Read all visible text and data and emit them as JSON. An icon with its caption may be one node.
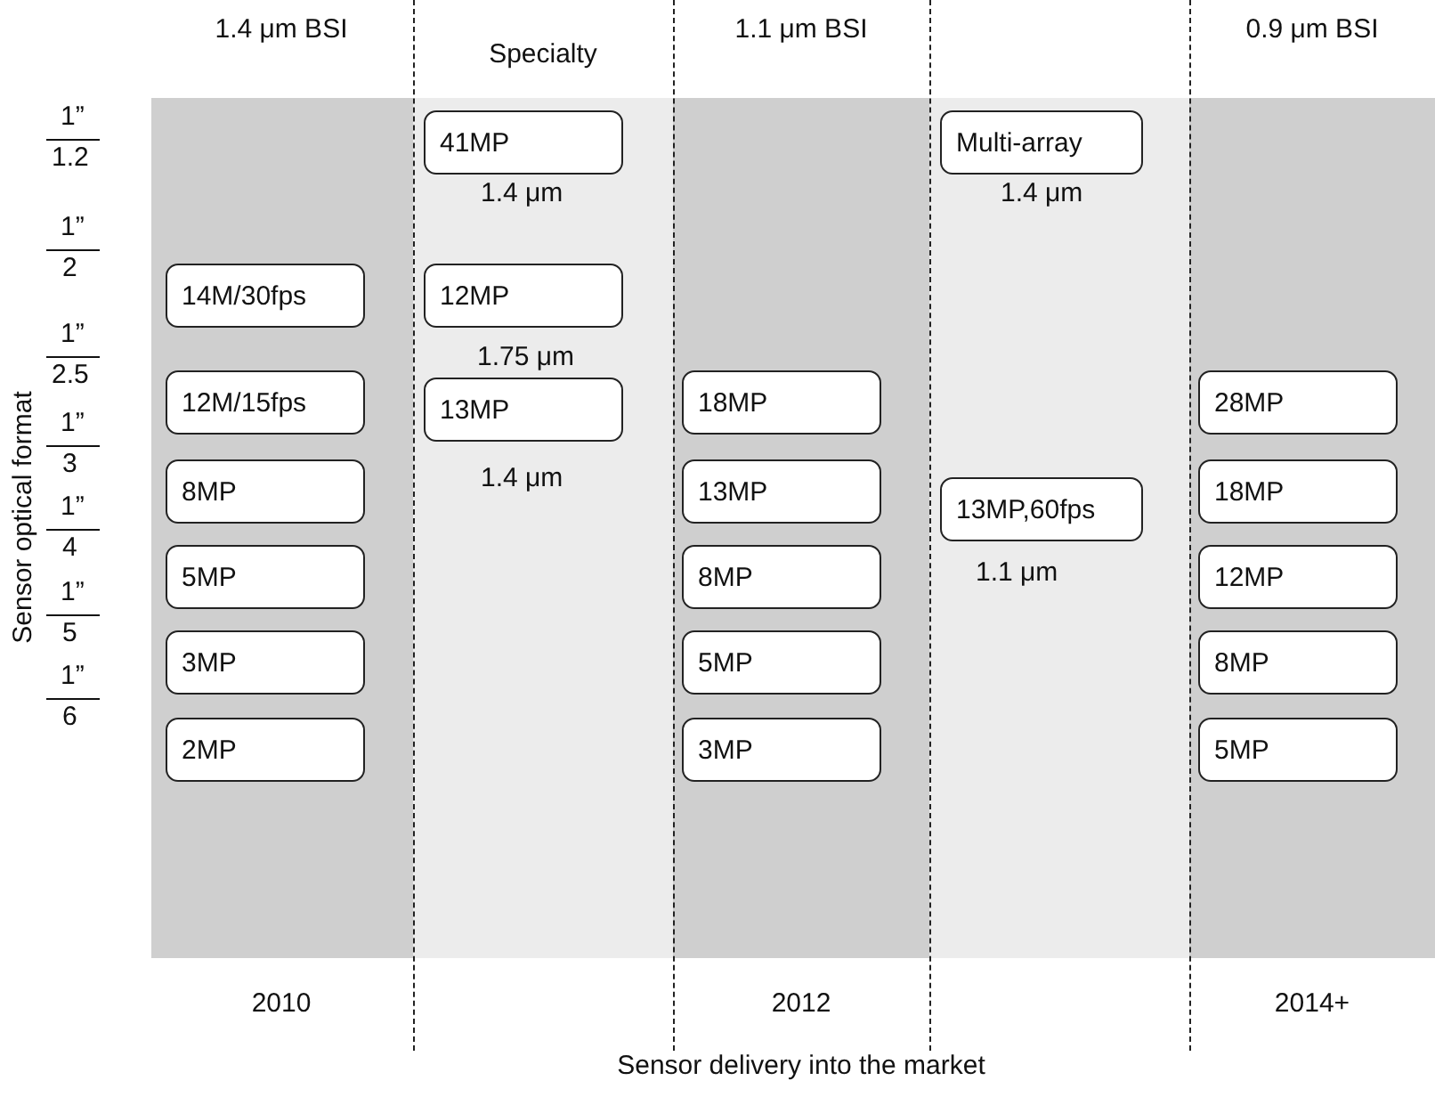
{
  "diagram": {
    "nodes": [
      {
        "text": [
          "14M/30fps"
        ]
      },
      {
        "text": [
          "12M/15fps"
        ]
      },
      {
        "text": [
          "8MP"
        ]
      },
      {
        "text": [
          "5MP"
        ]
      },
      {
        "text": [
          "3MP"
        ]
      },
      {
        "text": [
          "2MP"
        ]
      },
      {
        "text": [
          "41MP"
        ],
        "beside": [
          "1.4 μm"
        ]
      },
      {
        "text": [
          "12MP"
        ],
        "beside": [
          "1.75 μm"
        ]
      },
      {
        "text": [
          "13MP"
        ],
        "beside": [
          "1.4 μm"
        ]
      },
      {
        "text": [
          "18MP"
        ]
      },
      {
        "text": [
          "13MP"
        ]
      },
      {
        "text": [
          "8MP"
        ]
      },
      {
        "text": [
          "5MP"
        ]
      },
      {
        "text": [
          "3MP"
        ]
      },
      {
        "text": [
          "Multi-array"
        ],
        "beside": [
          "1.4 μm"
        ]
      },
      {
        "text": [
          "13MP,60fps"
        ],
        "beside": [
          "1.1 μm"
        ]
      },
      {
        "text": [
          "28MP"
        ]
      },
      {
        "text": [
          "18MP"
        ]
      },
      {
        "text": [
          "12MP"
        ]
      },
      {
        "text": [
          "8MP"
        ]
      },
      {
        "text": [
          "5MP"
        ]
      }
    ],
    "edges": [],
    "labels": [
      "1.4 μm BSI",
      "Specialty",
      "1.1 μm BSI",
      "0.9 μm BSI",
      "1”",
      "1.2",
      "1”",
      "2",
      "1”",
      "2.5",
      "1”",
      "3",
      "1”",
      "4",
      "1”",
      "5",
      "1”",
      "6",
      "Sensor optical format",
      "2010",
      "2012",
      "2014+",
      "Sensor delivery into the market"
    ]
  }
}
